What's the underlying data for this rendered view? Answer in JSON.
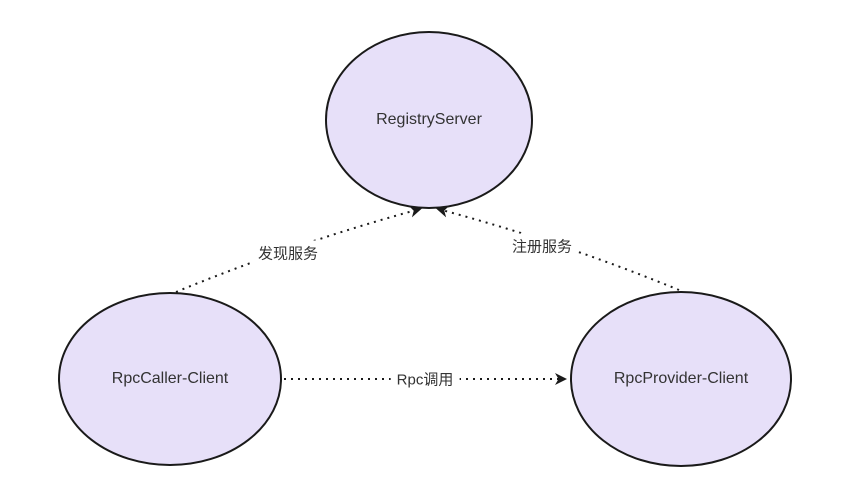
{
  "diagram_type": "flowchart",
  "colors": {
    "node_fill": "#E7E0F9",
    "node_stroke": "#1A1A1A",
    "edge_stroke": "#1A1A1A",
    "label_text": "#333333",
    "background": "#FFFFFF"
  },
  "nodes": {
    "registry": {
      "label": "RegistryServer"
    },
    "caller": {
      "label": "RpcCaller-Client"
    },
    "provider": {
      "label": "RpcProvider-Client"
    }
  },
  "edges": {
    "discover": {
      "label": "发现服务",
      "from": "RpcCaller-Client",
      "to": "RegistryServer",
      "style": "dotted-arrow"
    },
    "register": {
      "label": "注册服务",
      "from": "RpcProvider-Client",
      "to": "RegistryServer",
      "style": "dotted-arrow"
    },
    "call": {
      "label": "Rpc调用",
      "from": "RpcCaller-Client",
      "to": "RpcProvider-Client",
      "style": "dotted-arrow"
    }
  }
}
